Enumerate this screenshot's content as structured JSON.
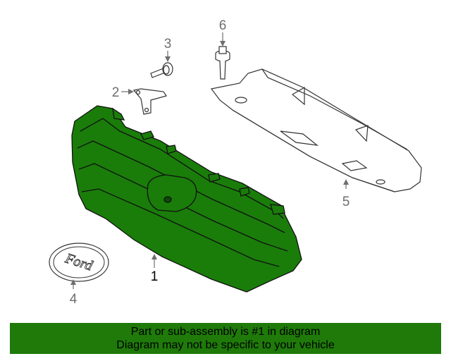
{
  "callouts": {
    "c1": "1",
    "c2": "2",
    "c3": "3",
    "c4": "4",
    "c5": "5",
    "c6": "6"
  },
  "emblem_text": "Ford",
  "banner": {
    "line1": "Part or sub-assembly is #1 in diagram",
    "line2": "Diagram may not be specific to your vehicle"
  },
  "colors": {
    "highlight_part": "#1a7d0a",
    "banner_bg": "#1f7a0a",
    "line_art": "#333333",
    "callout_text": "#6e6e6e"
  }
}
